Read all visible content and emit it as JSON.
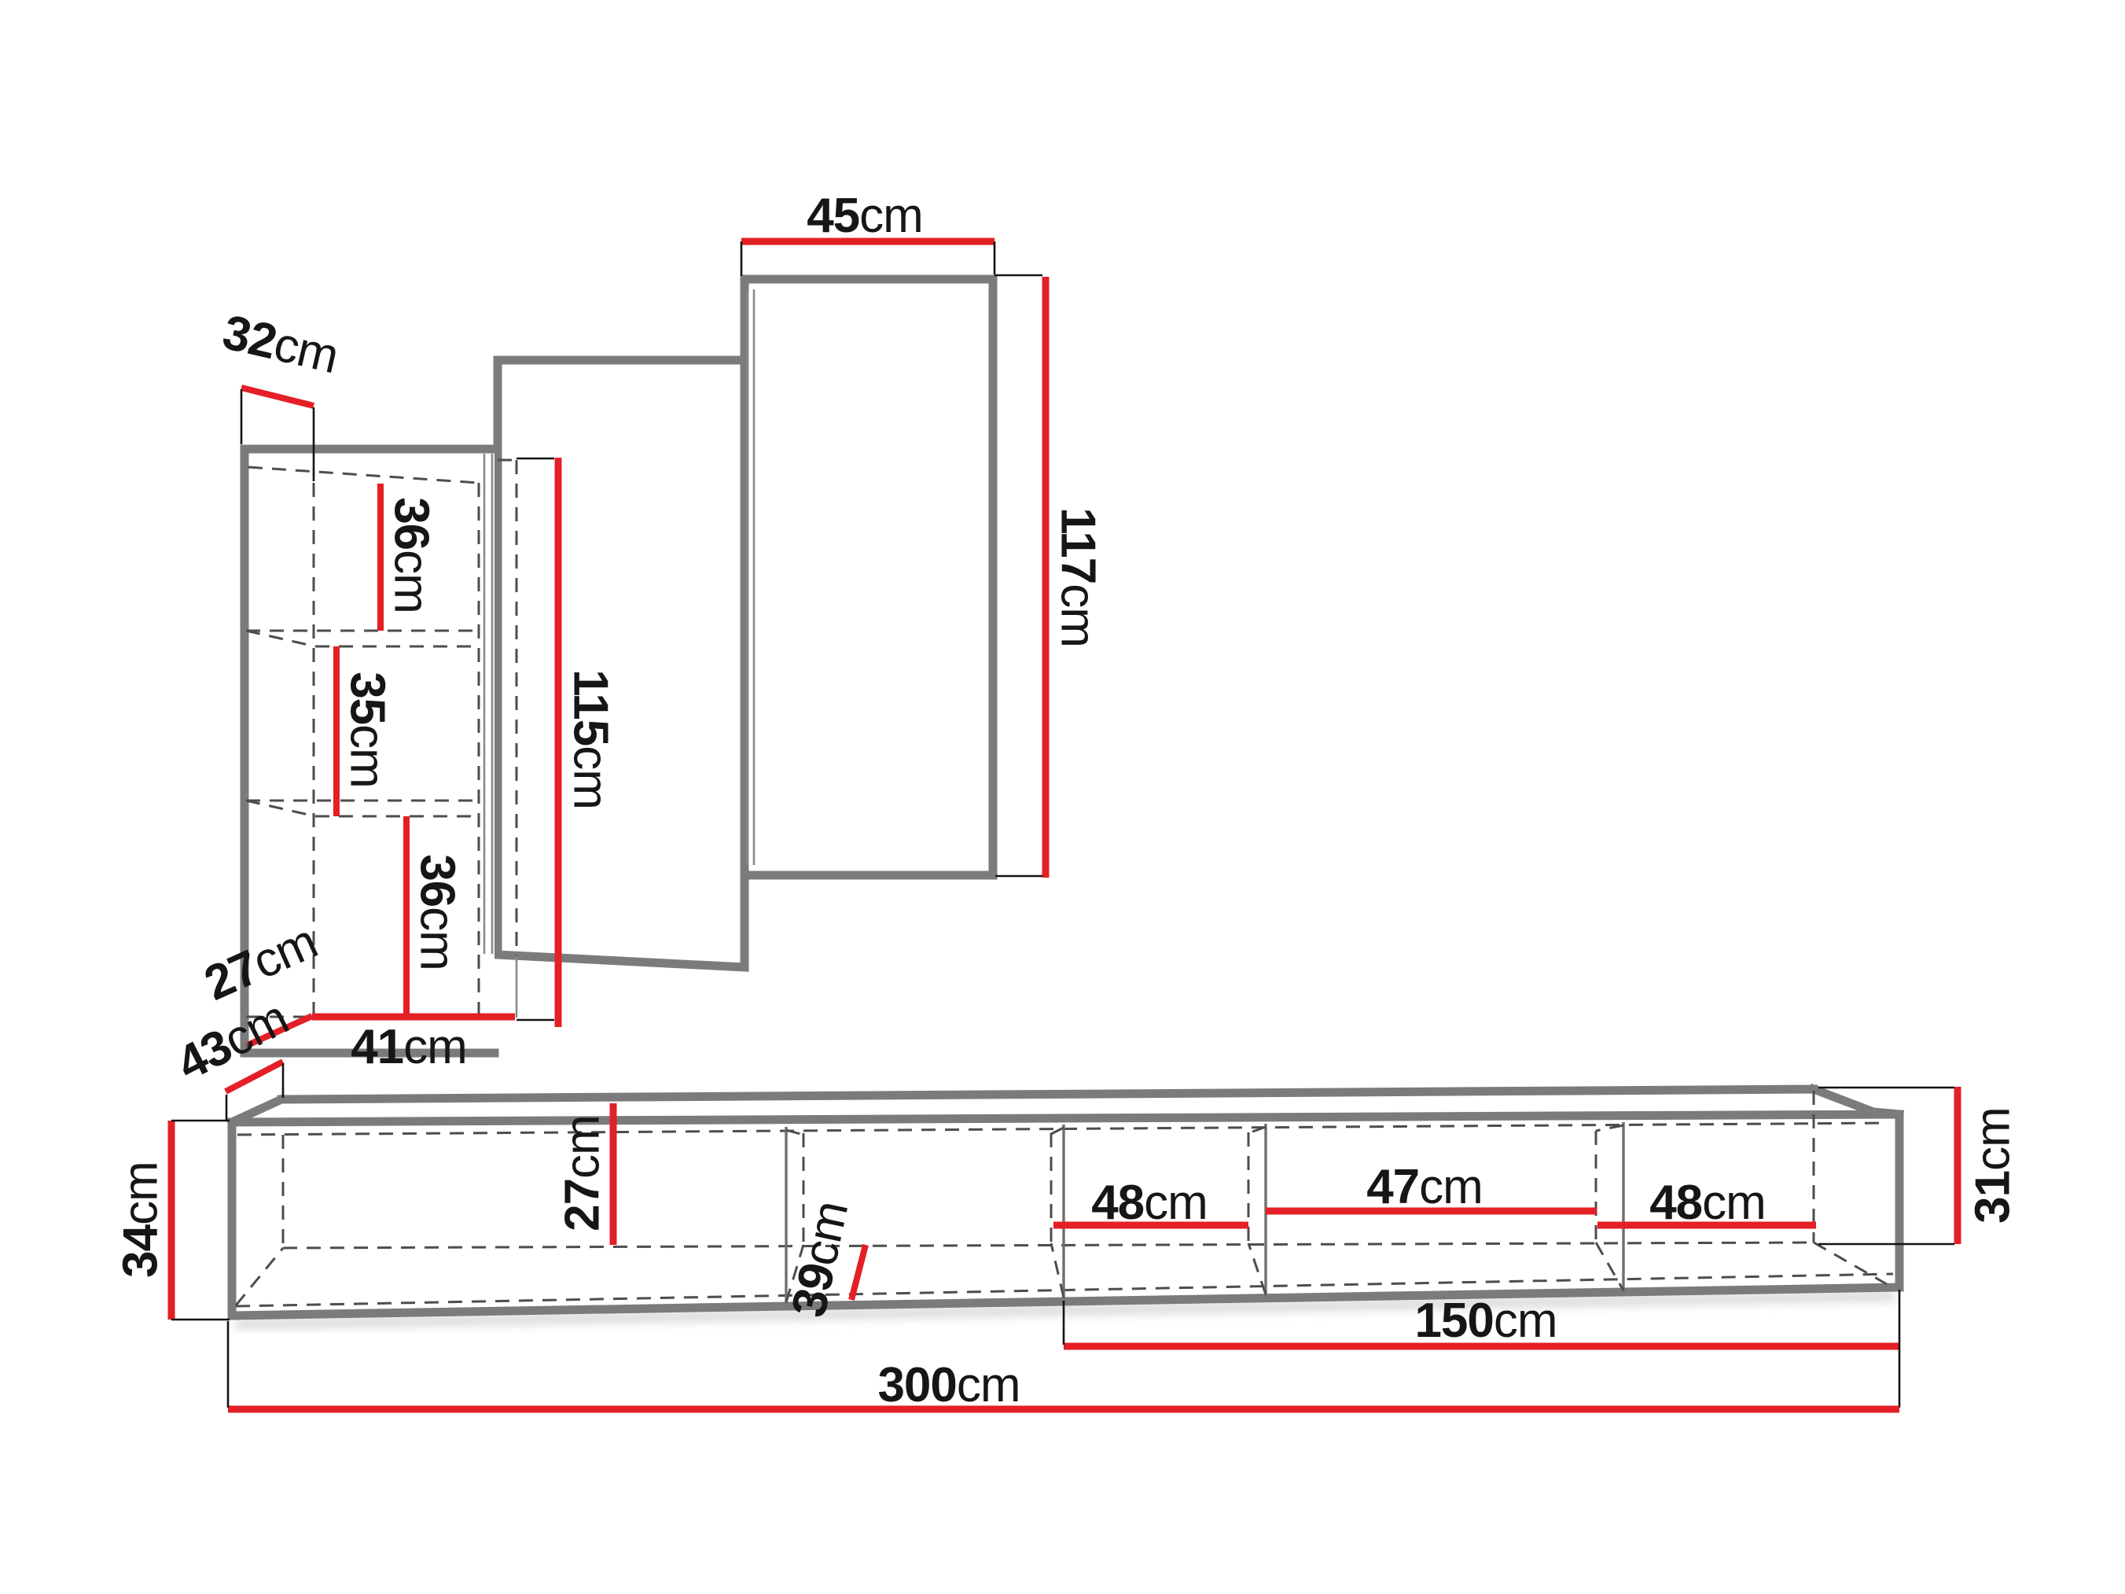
{
  "diagram": {
    "kind": "furniture-dimensions-drawing",
    "unit": "cm",
    "colors": {
      "dimension_line": "#e41f26",
      "outline": "#7b7b7b",
      "hidden_edge": "#4d4d4d",
      "label_text": "#161616",
      "background": "#ffffff"
    },
    "wall_unit": {
      "top_width": {
        "value": "45",
        "unit": "cm"
      },
      "top_depth": {
        "value": "32",
        "unit": "cm"
      },
      "right_height": {
        "value": "117",
        "unit": "cm"
      },
      "middle_height": {
        "value": "115",
        "unit": "cm"
      },
      "shelf_top": {
        "value": "36",
        "unit": "cm"
      },
      "shelf_middle": {
        "value": "35",
        "unit": "cm"
      },
      "shelf_bottom": {
        "value": "36",
        "unit": "cm"
      },
      "bottom_depth": {
        "value": "27",
        "unit": "cm"
      },
      "bottom_width": {
        "value": "41",
        "unit": "cm"
      }
    },
    "tv_shelf": {
      "left_depth": {
        "value": "43",
        "unit": "cm"
      },
      "left_height": {
        "value": "34",
        "unit": "cm"
      },
      "inner_height": {
        "value": "27",
        "unit": "cm"
      },
      "inner_depth": {
        "value": "39",
        "unit": "cm"
      },
      "bay_1_width": {
        "value": "48",
        "unit": "cm"
      },
      "bay_2_width": {
        "value": "47",
        "unit": "cm"
      },
      "bay_3_width": {
        "value": "48",
        "unit": "cm"
      },
      "right_height": {
        "value": "31",
        "unit": "cm"
      },
      "right_span": {
        "value": "150",
        "unit": "cm"
      },
      "total_width": {
        "value": "300",
        "unit": "cm"
      }
    }
  }
}
